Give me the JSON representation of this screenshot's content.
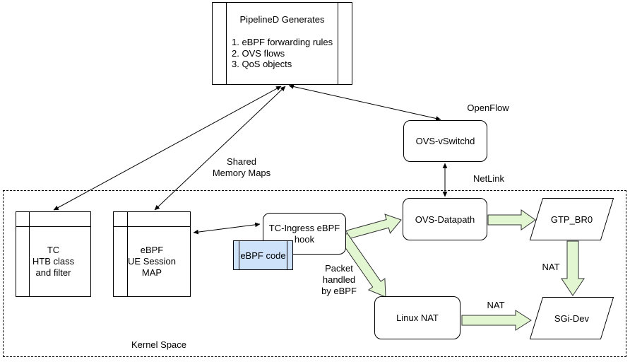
{
  "colors": {
    "background": "#ffffff",
    "line": "#000000",
    "green_fill": "#e2f6d2",
    "green_border": "#333333",
    "blue_fill": "#cee3f9",
    "blue_border": "#000000"
  },
  "pipelined_box": {
    "title": "PipelineD Generates",
    "items": [
      "1. eBPF forwarding rules",
      "2. OVS flows",
      "3. QoS objects"
    ]
  },
  "nodes": {
    "tc": "TC\nHTB class\nand filter",
    "ebpf_map": "eBPF\nUE Session\nMAP",
    "tc_ingress_hook": "TC-Ingress eBPF\nhook",
    "ebpf_code": "eBPF code",
    "ovs_vswitchd": "OVS-vSwitchd",
    "ovs_datapath": "OVS-Datapath",
    "gtp_br0": "GTP_BR0",
    "linux_nat": "Linux NAT",
    "sgi_dev": "SGi-Dev"
  },
  "labels": {
    "openflow": "OpenFlow",
    "netlink": "NetLink",
    "shared_memory_maps": "Shared\nMemory Maps",
    "packet_handled": "Packet\nhandled\nby eBPF",
    "nat_gtp_to_sgi": "NAT",
    "nat_linux_to_sgi": "NAT",
    "kernel_space": "Kernel Space"
  }
}
